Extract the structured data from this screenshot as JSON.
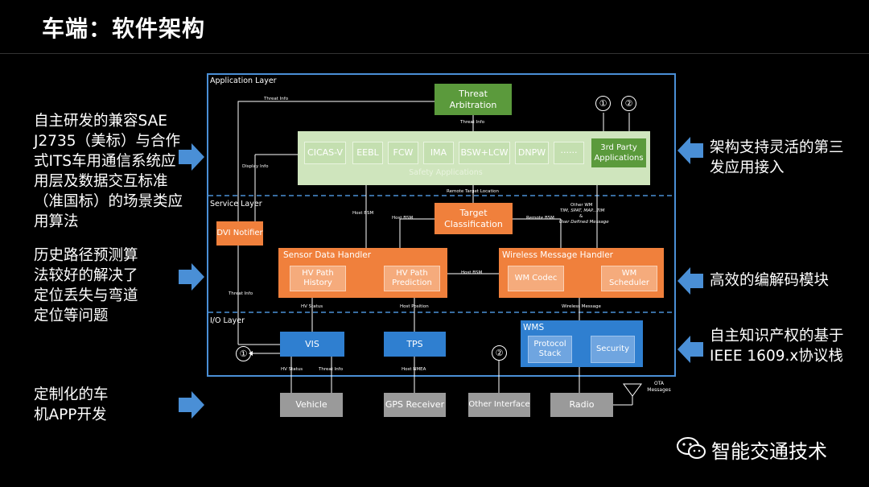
{
  "page_title": "车端：软件架构",
  "left_notes": [
    "自主研发的兼容SAE J2735（美标）与合作式ITS车用通信系统应用层及数据交互标准（准国标）的场景类应用算法",
    "历史路径预测算法较好的解决了定位丢失与弯道定位等问题",
    "定制化的车机APP开发"
  ],
  "right_notes": [
    "架构支持灵活的第三发应用接入",
    "高效的编解码模块",
    "自主知识产权的基于IEEE 1609.x协议栈"
  ],
  "diagram": {
    "layers": [
      "Application Layer",
      "Service Layer",
      "I/O Layer"
    ],
    "threat_arbitration": "Threat Arbitration",
    "safety_apps": [
      "CICAS-V",
      "EEBL",
      "FCW",
      "IMA",
      "BSW+LCW",
      "DNPW",
      "······"
    ],
    "safety_apps_label": "Safety Applications",
    "third_party": "3rd Party Applications",
    "target_classification": "Target Classification",
    "dvi_notifier": "DVI Notifier",
    "sensor_data_handler": "Sensor Data Handler",
    "hv_path_history": "HV Path History",
    "hv_path_prediction": "HV Path Prediction",
    "wireless_message_handler": "Wireless Message Handler",
    "wm_codec": "WM Codec",
    "wm_scheduler": "WM Scheduler",
    "vis": "VIS",
    "tps": "TPS",
    "wms": "WMS",
    "protocol_stack": "Protocol Stack",
    "security": "Security",
    "vehicle": "Vehicle",
    "gps_receiver": "GPS Receiver",
    "other_interface": "Other Interface",
    "radio": "Radio",
    "ota_messages": "OTA Messages",
    "circle_1": "①",
    "circle_2": "②",
    "labels": {
      "threat_info": "Threat Info",
      "display_info": "Display Info",
      "remote_target_location": "Remote Target Location",
      "host_bsm": "Host BSM",
      "remote_bsm": "Remote BSM",
      "other_wm": "Other WM",
      "other_wm_detail": "TIM, SPAT, MAP...TIM",
      "amp": "&",
      "user_defined": "User Defined Message",
      "hv_status": "HV Status",
      "host_position": "Host Position",
      "wireless_message": "Wireless Message",
      "host_nmea": "Host NMEA"
    }
  },
  "watermark": "智能交通技术",
  "colors": {
    "green": "#5b9a3c",
    "orange": "#f0803c",
    "blue": "#2f7fd0",
    "gray": "#9a9a9a",
    "frame": "#4a8fd6",
    "arrow": "#4a8fd6"
  }
}
